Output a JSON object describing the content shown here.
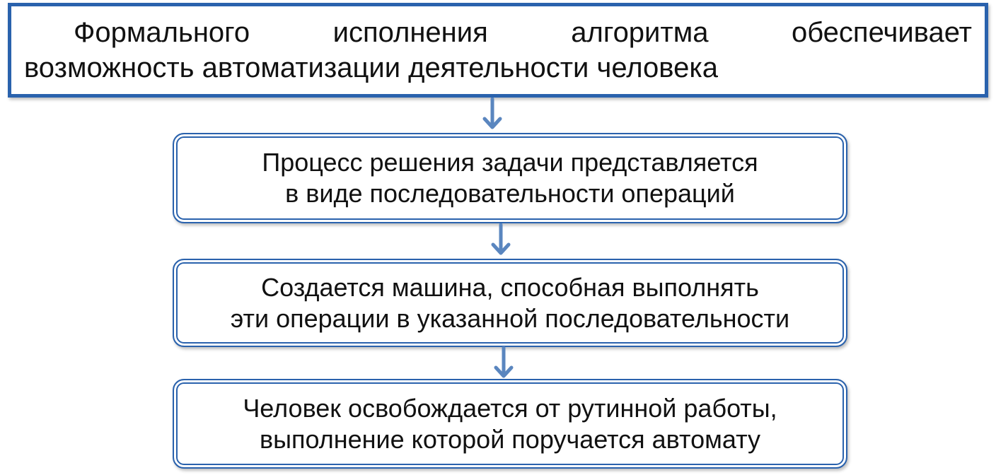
{
  "header": {
    "line1_words": [
      "Формального",
      "исполнения",
      "алгоритма",
      "обеспечивает"
    ],
    "line2": "возможность автоматизации деятельности человека"
  },
  "steps": [
    {
      "line1": "Процесс решения задачи представляется",
      "line2": "в виде последовательности операций"
    },
    {
      "line1": "Создается машина, способная выполнять",
      "line2": "эти операции в указанной последовательности"
    },
    {
      "line1": "Человек освобождается от рутинной работы,",
      "line2": "выполнение которой поручается автомату"
    }
  ],
  "colors": {
    "border": "#2a62ad",
    "arrow": "#5a86bf"
  },
  "icons": [
    "arrow-down-icon"
  ]
}
